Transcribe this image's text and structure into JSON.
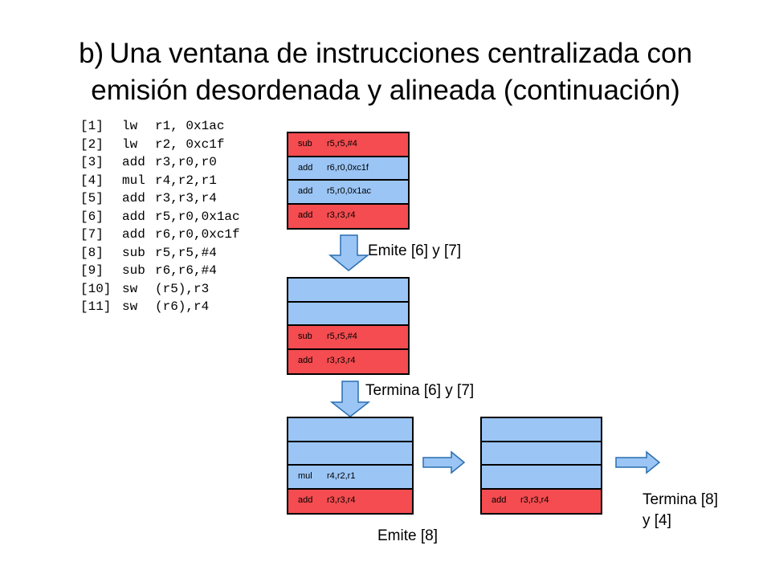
{
  "title": {
    "marker": "b)",
    "line1": "Una ventana de instrucciones centralizada con",
    "line2": "emisión desordenada y alineada (continuación)"
  },
  "code": [
    {
      "num": "[1]",
      "op": "lw",
      "args": "r1, 0x1ac"
    },
    {
      "num": "[2]",
      "op": "lw",
      "args": "r2, 0xc1f"
    },
    {
      "num": "[3]",
      "op": "add",
      "args": "r3,r0,r0"
    },
    {
      "num": "[4]",
      "op": "mul",
      "args": "r4,r2,r1"
    },
    {
      "num": "[5]",
      "op": "add",
      "args": "r3,r3,r4"
    },
    {
      "num": "[6]",
      "op": "add",
      "args": "r5,r0,0x1ac"
    },
    {
      "num": "[7]",
      "op": "add",
      "args": "r6,r0,0xc1f"
    },
    {
      "num": "[8]",
      "op": "sub",
      "args": "r5,r5,#4"
    },
    {
      "num": "[9]",
      "op": "sub",
      "args": "r6,r6,#4"
    },
    {
      "num": "[10]",
      "op": "sw",
      "args": "(r5),r3"
    },
    {
      "num": "[11]",
      "op": "sw",
      "args": "(r6),r4"
    }
  ],
  "windows": {
    "w1": [
      {
        "mnemonic": "sub",
        "args": "r5,r5,#4",
        "color": "#f44c50"
      },
      {
        "mnemonic": "add",
        "args": "r6,r0,0xc1f",
        "color": "#9bc5f5"
      },
      {
        "mnemonic": "add",
        "args": "r5,r0,0x1ac",
        "color": "#9bc5f5"
      },
      {
        "mnemonic": "add",
        "args": "r3,r3,r4",
        "color": "#f44c50"
      }
    ],
    "w2": [
      {
        "mnemonic": "",
        "args": "",
        "color": "#9bc5f5"
      },
      {
        "mnemonic": "",
        "args": "",
        "color": "#9bc5f5"
      },
      {
        "mnemonic": "sub",
        "args": "r5,r5,#4",
        "color": "#f44c50"
      },
      {
        "mnemonic": "add",
        "args": "r3,r3,r4",
        "color": "#f44c50"
      }
    ],
    "w3": [
      {
        "mnemonic": "",
        "args": "",
        "color": "#9bc5f5"
      },
      {
        "mnemonic": "",
        "args": "",
        "color": "#9bc5f5"
      },
      {
        "mnemonic": "mul",
        "args": "r4,r2,r1",
        "color": "#9bc5f5"
      },
      {
        "mnemonic": "add",
        "args": "r3,r3,r4",
        "color": "#f44c50"
      }
    ],
    "w4": [
      {
        "mnemonic": "",
        "args": "",
        "color": "#9bc5f5"
      },
      {
        "mnemonic": "",
        "args": "",
        "color": "#9bc5f5"
      },
      {
        "mnemonic": "",
        "args": "",
        "color": "#9bc5f5"
      },
      {
        "mnemonic": "add",
        "args": "r3,r3,r4",
        "color": "#f44c50"
      }
    ]
  },
  "labels": {
    "emite_6_7": "Emite [6] y [7]",
    "termina_6_7": "Termina [6] y [7]",
    "emite_8": "Emite [8]",
    "termina_8_line1": "Termina [8]",
    "termina_8_line2": "y  [4]"
  },
  "colors": {
    "red": "#f44c50",
    "blue": "#9bc5f5",
    "arrow": "#9bc5f5"
  }
}
